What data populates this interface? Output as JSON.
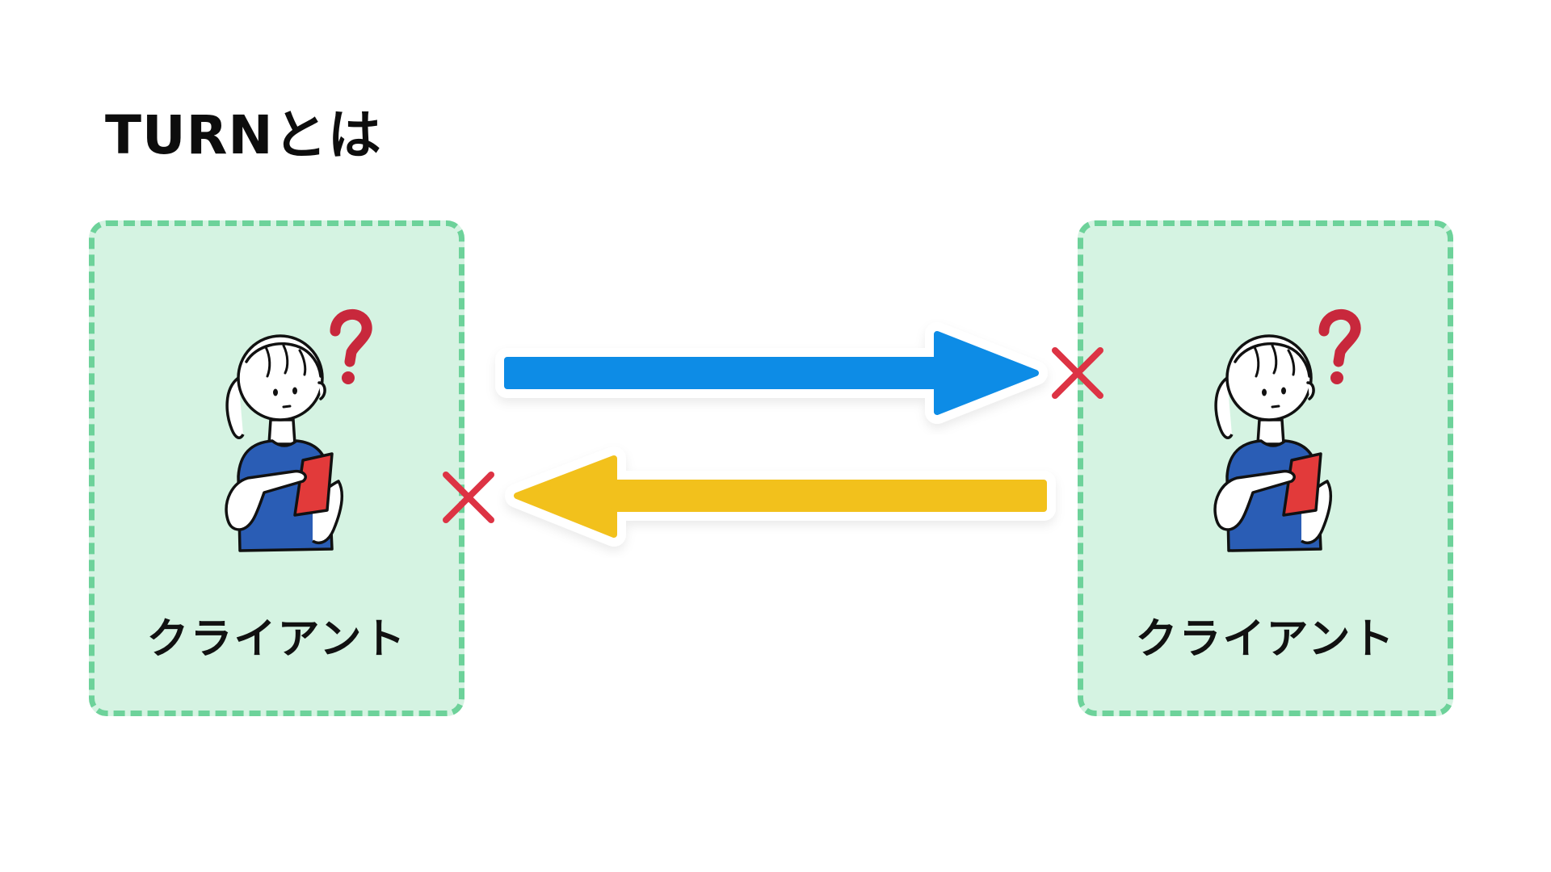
{
  "title": "TURNとは",
  "clients": [
    {
      "label": "クライアント"
    },
    {
      "label": "クライアント"
    }
  ],
  "colors": {
    "box_fill": "#d5f3e2",
    "box_border": "#6dd29a",
    "arrow_right": "#0e8ce6",
    "arrow_left": "#f2c11c",
    "cross": "#dd3344",
    "question_mark": "#c8283c",
    "shirt": "#2a5db5",
    "phone": "#e23a3a"
  },
  "icons": [
    "person-with-phone-icon",
    "question-mark-icon",
    "cross-icon",
    "arrow-right-icon",
    "arrow-left-icon"
  ]
}
